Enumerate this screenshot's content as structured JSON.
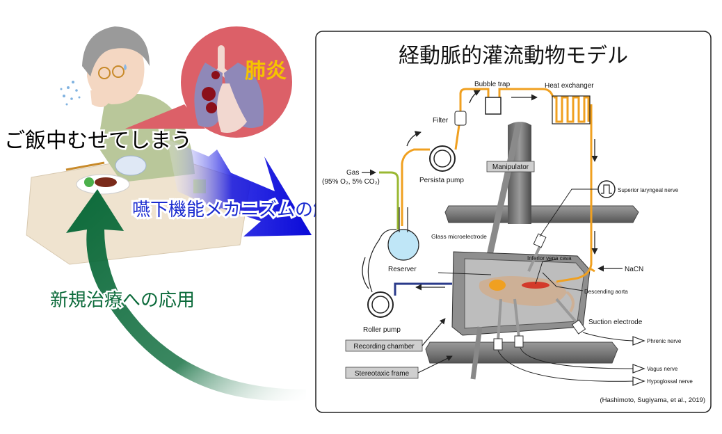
{
  "left": {
    "eating_caption": "ご飯中むせてしまう",
    "pneumonia_label": "肺炎",
    "mechanism_label": "嚥下機能メカニズムの解明",
    "therapy_label": "新規治療への応用"
  },
  "panel": {
    "title": "経動脈的灌流動物モデル",
    "labels": {
      "bubble_trap": "Bubble trap",
      "heat_exchanger": "Heat exchanger",
      "filter": "Filter",
      "gas": "Gas",
      "gas_mix": "(95% O₂, 5% CO₂)",
      "persista_pump": "Persista pump",
      "manipulator": "Manipulator",
      "superior_laryngeal": "Superior laryngeal nerve",
      "glass_microelectrode": "Glass microelectrode",
      "reserver": "Reserver",
      "inferior_vena_cava": "Inferior vena cava",
      "nacn": "NaCN",
      "descending_aorta": "Descending aorta",
      "suction_electrode": "Suction electrode",
      "roller_pump": "Roller pump",
      "recording_chamber": "Recording chamber",
      "phrenic_nerve": "Phrenic nerve",
      "stereotaxic_frame": "Stereotaxic frame",
      "vagus_nerve": "Vagus nerve",
      "hypoglossal_nerve": "Hypoglossal nerve",
      "citation": "(Hashimoto, Sugiyama, et al., 2019)"
    }
  },
  "colors": {
    "tubing": "#f0a020",
    "pneumonia_text": "#f5c400",
    "mechanism_text": "#1a2bd0",
    "therapy_text": "#0b6a3a",
    "blue_arrow": "#1010e0",
    "green_arrow": "#0b6a3a",
    "lung_bubble": "#dc6068"
  }
}
